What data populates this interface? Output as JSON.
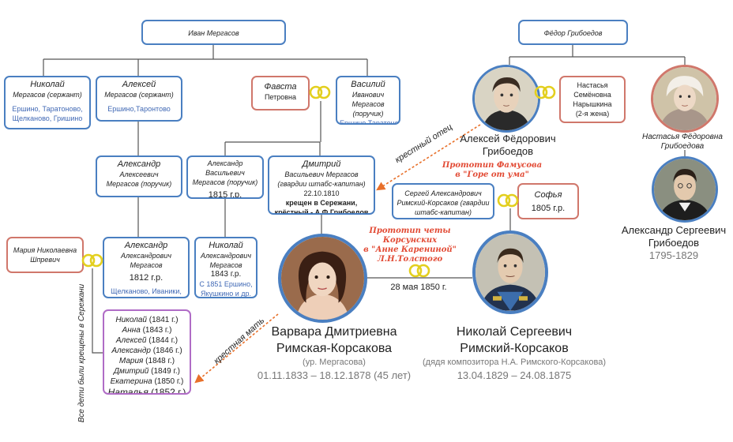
{
  "boxes": {
    "ivan": {
      "name": "Иван Мергасов"
    },
    "fedor": {
      "name": "Фёдор Грибоедов"
    },
    "nikolai1": {
      "name": "Николай",
      "title": "Мергасов (сержант)",
      "places": "Ершино, Таратоново, Щелканово, Гришино"
    },
    "aleksei": {
      "name": "Алексей",
      "title": "Мергасов (сержант)",
      "places": "Ершино,Таронтово"
    },
    "favsta": {
      "name": "Фавста",
      "patronymic": "Петровна"
    },
    "vasilii": {
      "name": "Василий",
      "title": "Иванович Мергасов (поручик)",
      "places": "Ершино,Таратоново, Якушкино"
    },
    "nastasya1": {
      "l1": "Настасья",
      "l2": "Семёновна",
      "l3": "Нарышкина",
      "l4": "(2-я жена)"
    },
    "aleksandr1": {
      "name": "Александр",
      "patronymic": "Алексеевич",
      "title": "Мергасов (поручик)"
    },
    "aleksandr2": {
      "name": "Александр",
      "patronymic": "Васильевич",
      "title": "Мергасов (поручик)",
      "year": "1815 г.р."
    },
    "dmitrii": {
      "name": "Дмитрий",
      "title": "Васильевич Мергасов (гвардии штабс-капитан)",
      "date": "22.10.1810",
      "note": "крещен в Сережани, крёстный - А.Ф.Грибоедов"
    },
    "sergei": {
      "name": "Сергей Александрович",
      "title": "Римский-Корсаков (гвардии штабс-капитан)"
    },
    "sofya": {
      "name": "Софья",
      "year": "1805 г.р."
    },
    "maria": {
      "name": "Мария Николаевна",
      "surname": "Шпревич"
    },
    "aleksandr3": {
      "name": "Александр",
      "patronymic": "Александрович",
      "surname": "Мергасов",
      "year": "1812 г.р.",
      "places": "Щелканово, Иваники, Азарово,Таратоново"
    },
    "nikolai2": {
      "name": "Николай",
      "patronymic": "Александрович",
      "surname": "Мергасов",
      "year": "1843 г.р.",
      "places": "С 1851 Ершино, Якушкино и др."
    },
    "children": [
      {
        "name": "Николай",
        "year": "(1841 г.)"
      },
      {
        "name": "Анна",
        "year": "(1843 г.)"
      },
      {
        "name": "Алексей",
        "year": "(1844 г.)"
      },
      {
        "name": "Александр",
        "year": "(1846 г.)"
      },
      {
        "name": "Мария",
        "year": "(1848 г.)"
      },
      {
        "name": "Дмитрий",
        "year": "(1849 г.)"
      },
      {
        "name": "Екатерина",
        "year": "(1850 г.)"
      },
      {
        "name": "Наталья",
        "year": "(1852 г.)"
      }
    ]
  },
  "people": {
    "aleksei_fedorovich": {
      "l1": "Алексей Фёдорович",
      "l2": "Грибоедов"
    },
    "nastasya_fedorovna": {
      "l1": "Настасья Фёдоровна",
      "l2": "Грибоедова"
    },
    "aleksandr_sergeevich": {
      "l1": "Александр Сергеевич",
      "l2": "Грибоедов",
      "years": "1795-1829"
    },
    "varvara": {
      "l1": "Варвара Дмитриевна",
      "l2": "Римская-Корсакова",
      "maiden": "(ур. Мергасова)",
      "dates": "01.11.1833 – 18.12.1878 (45 лет)"
    },
    "nikolai_sergeevich": {
      "l1": "Николай Сергеевич",
      "l2": "Римский-Корсаков",
      "note": "(дядя композитора Н.А. Римского-Корсакова)",
      "dates": "13.04.1829 – 24.08.1875"
    }
  },
  "annotations": {
    "famusov": {
      "l1": "Прототип Фамусова",
      "l2": "в \"Горе от ума\""
    },
    "karenina": {
      "l1": "Прототип четы Корсунских",
      "l2": "в \"Анне Карениной\"",
      "l3": "Л.Н.Толстого"
    },
    "wedding_date": "28 мая 1850 г.",
    "godfather": "крестный отец",
    "godmother": "крестная мать",
    "children_baptized": "Все дети были крещены в Сережани"
  },
  "colors": {
    "blue_border": "#4a7fc1",
    "red_border": "#d0776b",
    "purple_border": "#b06cc6",
    "note_red": "#e24a34",
    "ring_gold": "#e3cf1e"
  }
}
